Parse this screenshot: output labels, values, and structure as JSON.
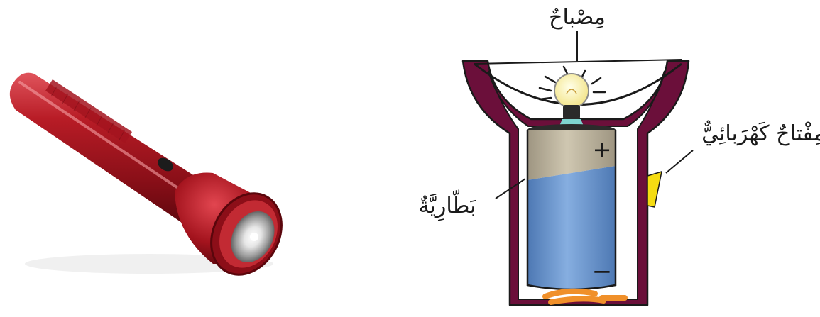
{
  "diagram": {
    "labels": {
      "lamp": "مِصْباحٌ",
      "switch": "مِفْتاحٌ كَهْرَبائِيٌّ",
      "battery": "بَطّارِيَّةٌ"
    },
    "battery_terminals": {
      "positive": "+",
      "negative": "−"
    },
    "colors": {
      "flashlight_body": "#9b1420",
      "housing": "#6b0f3a",
      "battery_top": "#b4ab95",
      "battery_bottom": "#6a96cc",
      "switch": "#f5dc12",
      "spring": "#f0902a",
      "bulb_glass": "#fdf2a6"
    }
  }
}
